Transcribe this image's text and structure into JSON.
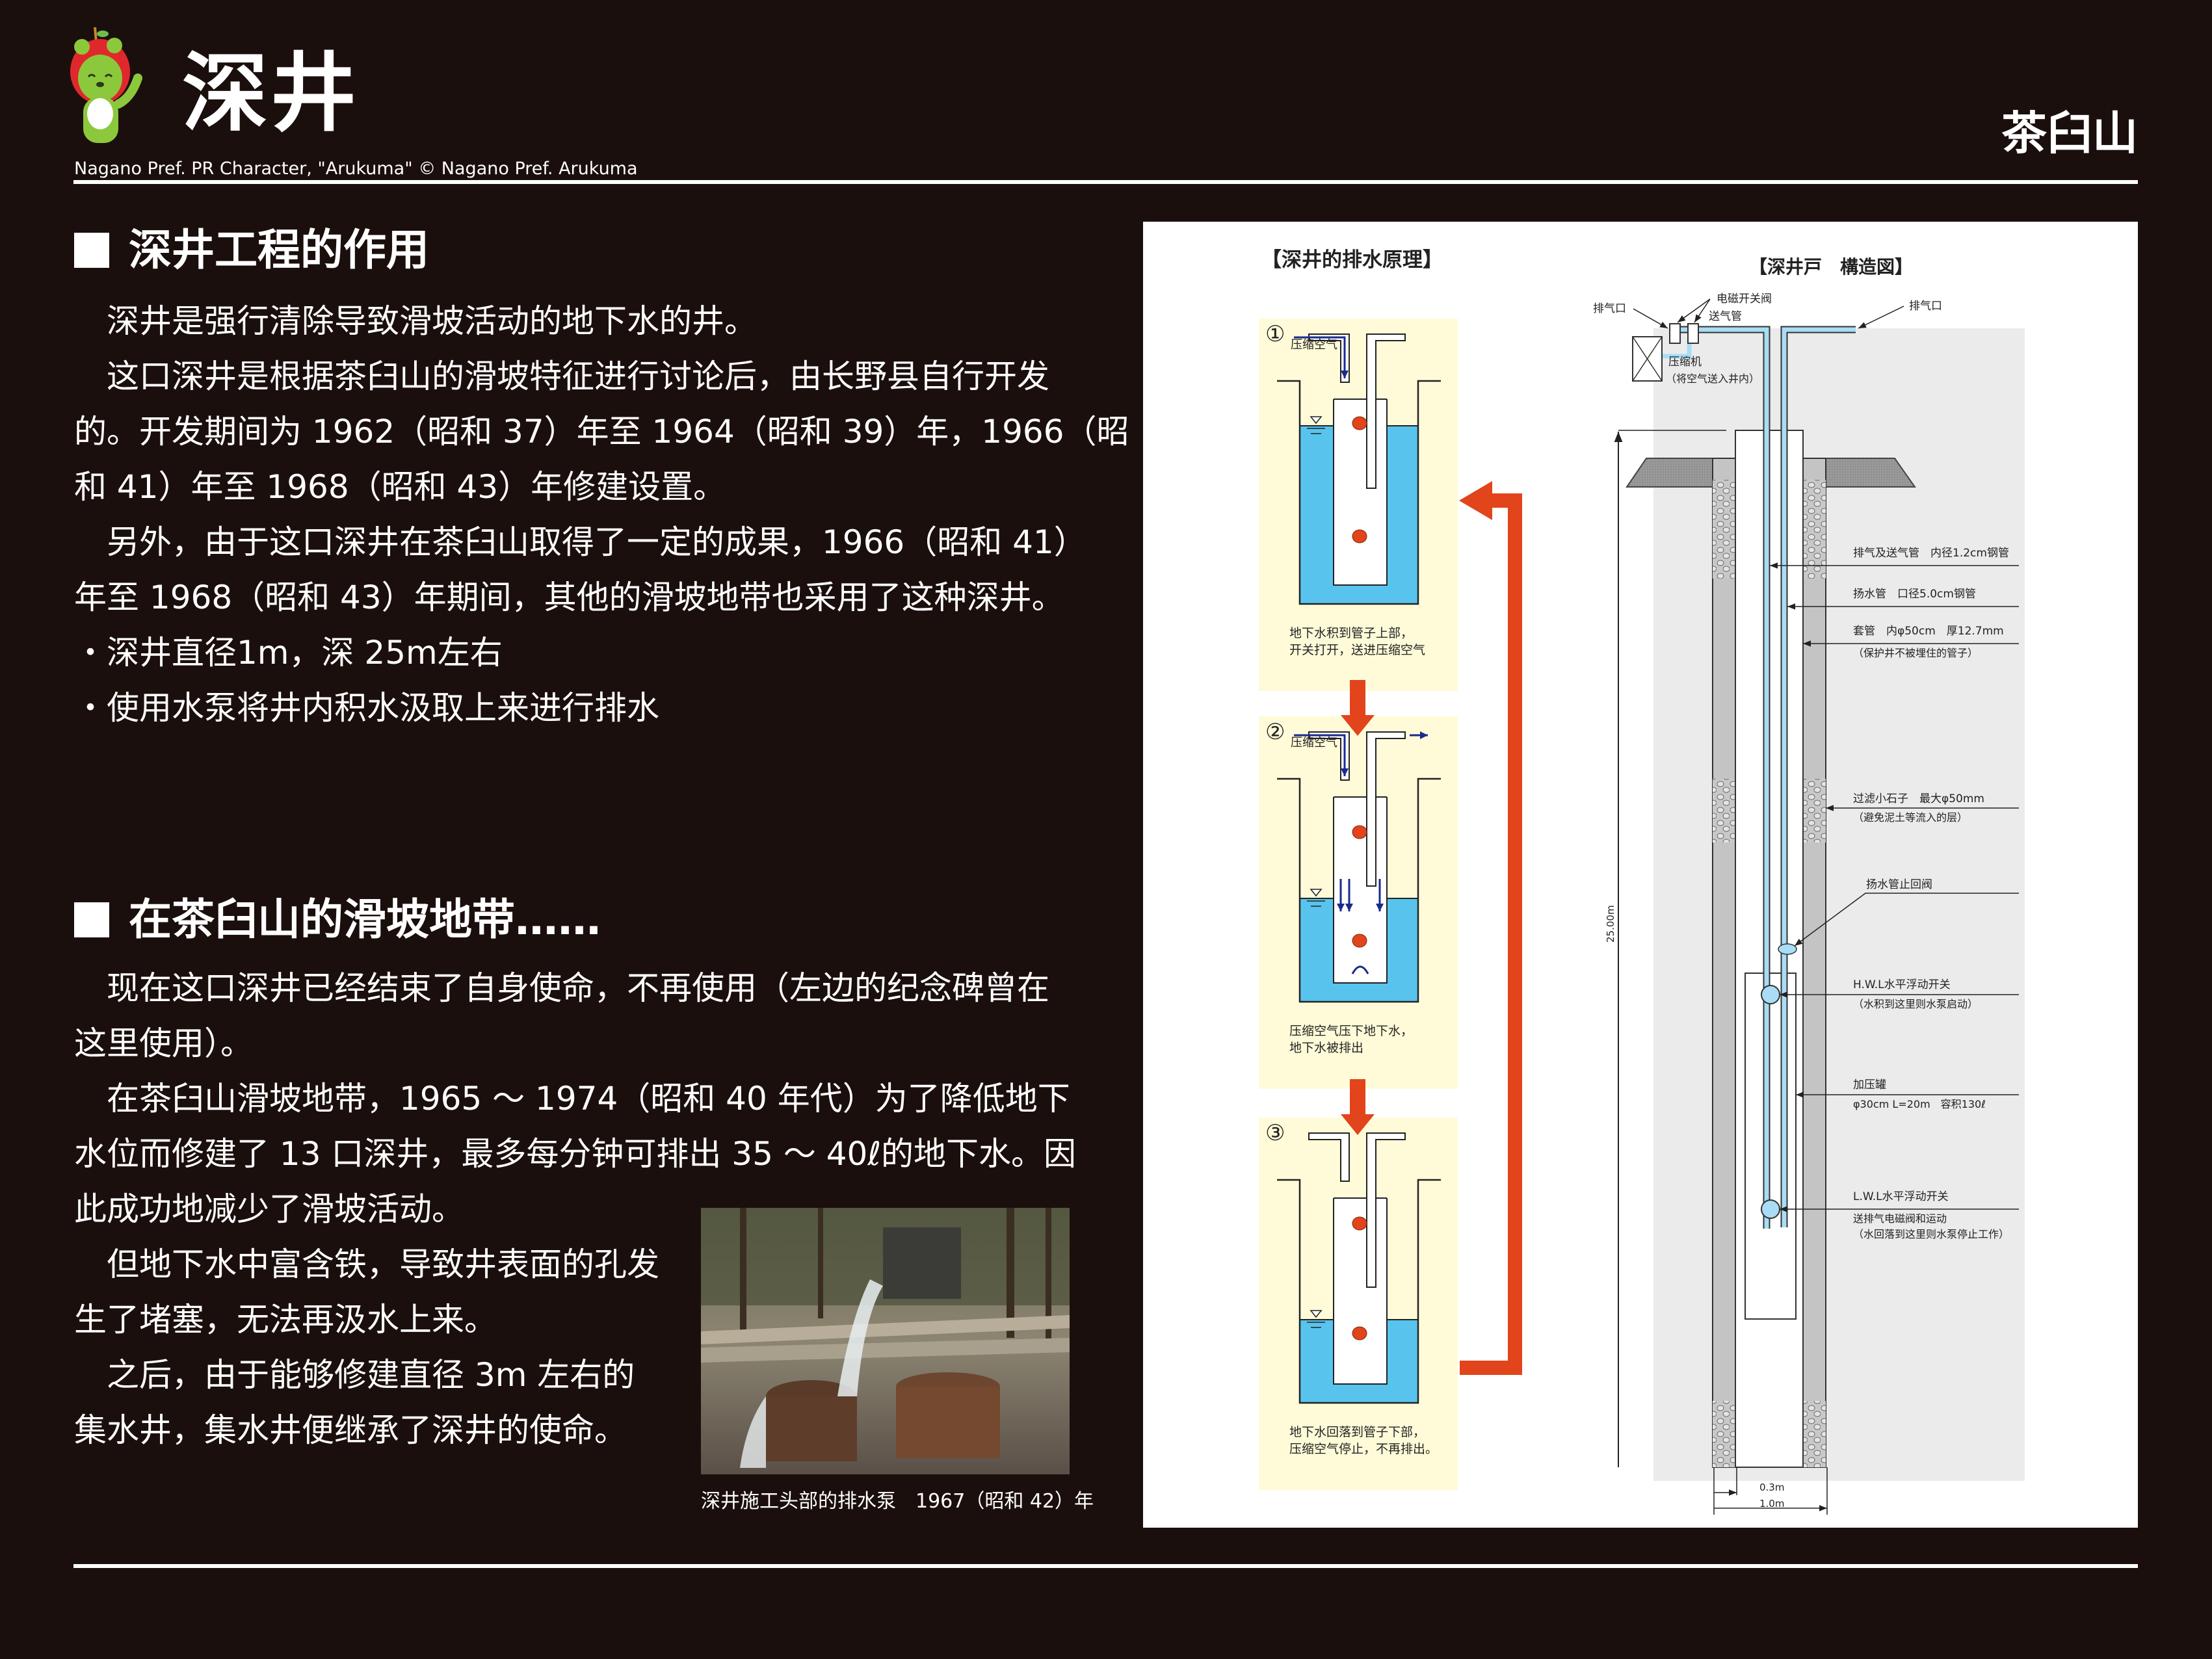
{
  "header": {
    "title": "深井",
    "credit": "Nagano Pref. PR Character, \"Arukuma\" © Nagano Pref. Arukuma",
    "location": "茶臼山"
  },
  "section1": {
    "heading": "深井工程的作用",
    "lines": [
      "　深井是强行清除导致滑坡活动的地下水的井。",
      "　这口深井是根据茶臼山的滑坡特征进行讨论后，由长野县自行开发",
      "的。开发期间为 1962（昭和 37）年至 1964（昭和 39）年，1966（昭",
      "和 41）年至 1968（昭和 43）年修建设置。",
      "　另外，由于这口深井在茶臼山取得了一定的成果，1966（昭和 41）",
      "年至 1968（昭和 43）年期间，其他的滑坡地带也采用了这种深井。",
      "・深井直径1m，深 25m左右",
      "・使用水泵将井内积水汲取上来进行排水"
    ]
  },
  "section2": {
    "heading": "在茶臼山的滑坡地带……",
    "lines": [
      "　现在这口深井已经结束了自身使命，不再使用（左边的纪念碑曾在",
      "这里使用）。",
      "　在茶臼山滑坡地带，1965 ～ 1974（昭和 40 年代）为了降低地下",
      "水位而修建了 13 口深井，最多每分钟可排出 35 ～ 40ℓ的地下水。因",
      "此成功地减少了滑坡活动。",
      "　但地下水中富含铁，导致井表面的孔发",
      "生了堵塞，无法再汲水上来。",
      "　之后，由于能够修建直径 3m 左右的",
      "集水井，集水井便继承了深井的使命。"
    ],
    "photo_caption": "深井施工头部的排水泵　1967（昭和 42）年"
  },
  "principle": {
    "title": "【深井的排水原理】",
    "steps": [
      {
        "num": "①",
        "air_label": "压缩空气",
        "caption": [
          "地下水积到管子上部，",
          "开关打开，送进压缩空气"
        ]
      },
      {
        "num": "②",
        "air_label": "压缩空气",
        "caption": [
          "压缩空气压下地下水，",
          "地下水被排出"
        ]
      },
      {
        "num": "③",
        "air_label": "",
        "caption": [
          "地下水回落到管子下部，",
          "压缩空气停止，不再排出。"
        ]
      }
    ]
  },
  "structure": {
    "title": "【深井戸　構造図】",
    "exhaust_left": "排气口",
    "exhaust_right": "排气口",
    "solenoid": "电磁开关阀",
    "air_pipe": "送气管",
    "compressor": "压缩机",
    "compressor_note": "（将空气送入井内）",
    "depth": "25.00m",
    "dim_inner": "0.3m",
    "dim_outer": "1.0m",
    "labels": {
      "vent_pipe": "排气及送气管　内径1.2cm钢管",
      "lift_pipe": "扬水管　口径5.0cm钢管",
      "casing": "套管　内φ50cm　厚12.7mm",
      "casing_note": "（保护井不被埋住的管子）",
      "gravel": "过滤小石子　最大φ50mm",
      "gravel_note": "（避免泥土等流入的层）",
      "check_valve": "扬水管止回阀",
      "hwl": "H.W.L水平浮动开关",
      "hwl_note": "（水积到这里则水泵启动）",
      "tank": "加压罐",
      "tank_spec": "φ30cm L=20m　容积130ℓ",
      "lwl": "L.W.L水平浮动开关",
      "lwl_note1": "送排气电磁阀和运动",
      "lwl_note2": "（水回落到这里则水泵停止工作）"
    }
  },
  "colors": {
    "background": "#1b0f0d",
    "water": "#58c4ee",
    "arrow": "#e2441c",
    "panel": "#fffbd8",
    "pipe": "#a9dcf5"
  }
}
